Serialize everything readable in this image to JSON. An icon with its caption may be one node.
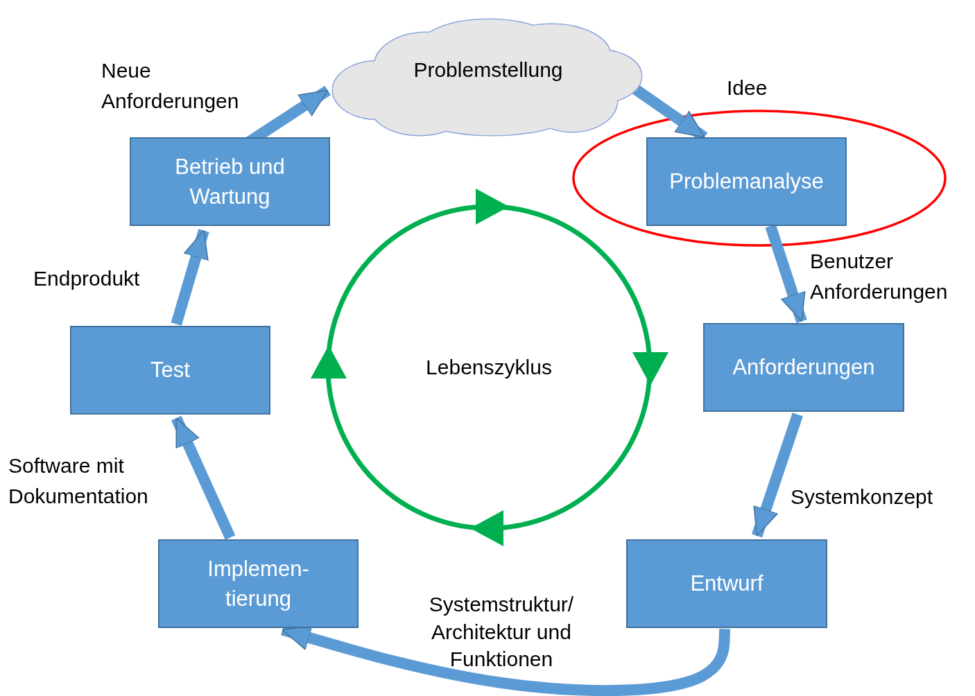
{
  "diagram": {
    "nodes": [
      {
        "text": [
          "Problemstellung"
        ]
      },
      {
        "text": [
          "Problemanalyse"
        ]
      },
      {
        "text": [
          "Anforderungen"
        ]
      },
      {
        "text": [
          "Entwurf"
        ]
      },
      {
        "text": [
          "Implemen- tierung"
        ]
      },
      {
        "text": [
          "Test"
        ]
      },
      {
        "text": [
          "Betrieb und Wartung"
        ]
      }
    ],
    "edges": [
      {
        "from": 0,
        "to": 1,
        "arrow": "to",
        "label": "Idee"
      },
      {
        "from": 1,
        "to": 2,
        "arrow": "to",
        "label": "Benutzer Anforderungen"
      },
      {
        "from": 2,
        "to": 3,
        "arrow": "to",
        "label": "Systemkonzept"
      },
      {
        "from": 3,
        "to": 4,
        "arrow": "to",
        "label": "Systemstruktur/ Architektur und Funktionen"
      },
      {
        "from": 4,
        "to": 5,
        "arrow": "to",
        "label": "Software mit Dokumentation"
      },
      {
        "from": 5,
        "to": 6,
        "arrow": "to",
        "label": "Endprodukt"
      },
      {
        "from": 6,
        "to": 0,
        "arrow": "to",
        "label": "Neue Anforderungen"
      }
    ],
    "labels": [
      "Lebenszyklus"
    ]
  }
}
